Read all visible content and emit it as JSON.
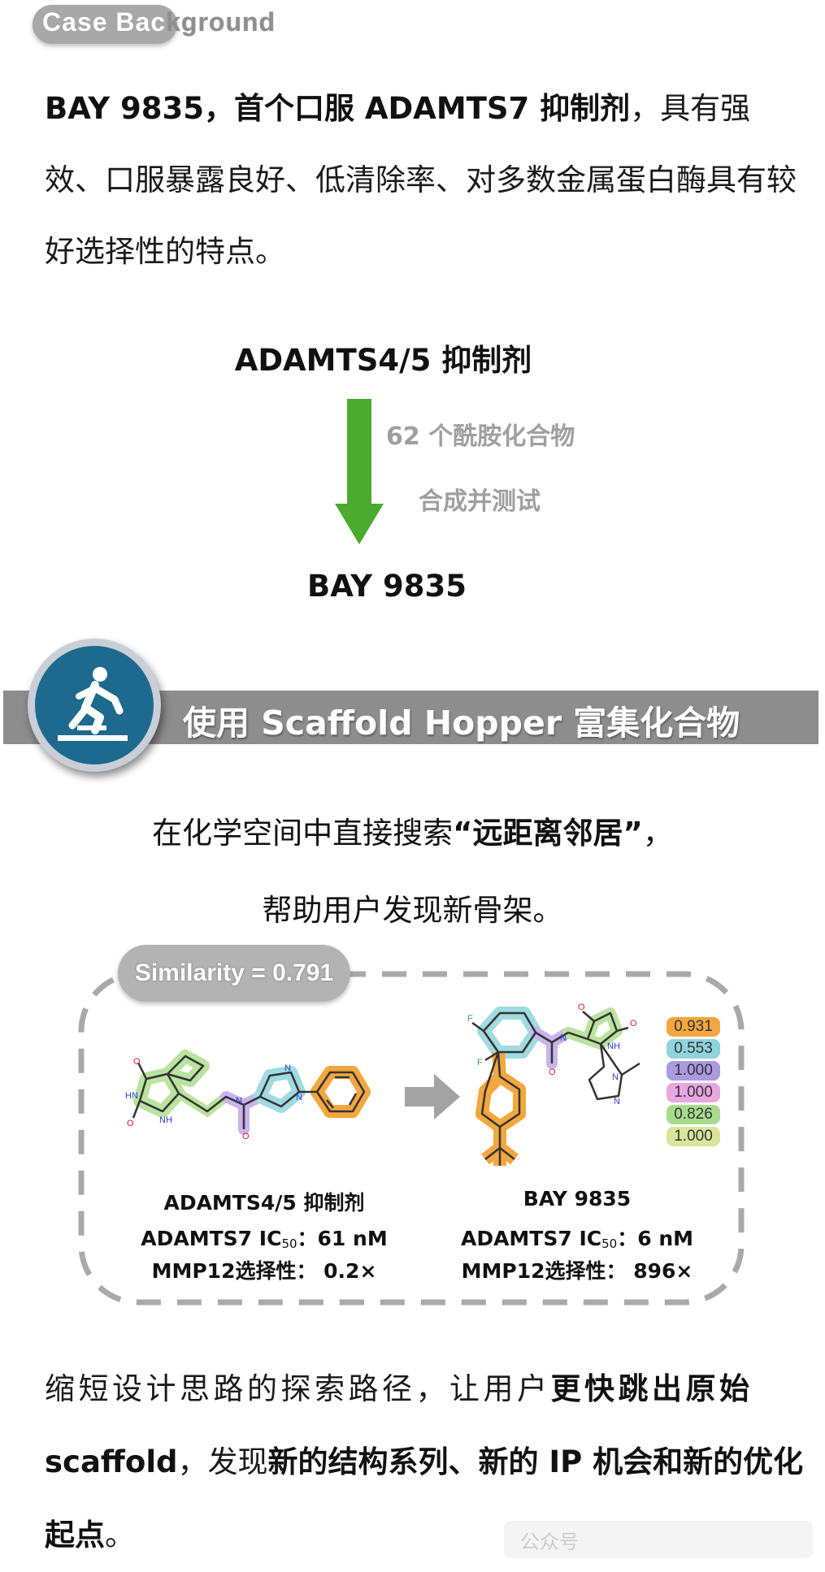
{
  "case_background": {
    "title_visible": "Case Bac",
    "title_tail": "kground"
  },
  "intro": {
    "bold": "BAY 9835，首个口服 ADAMTS7 抑制剂",
    "rest": "，具有强效、口服暴露良好、低清除率、对多数金属蛋白酶具有较好选择性的特点。"
  },
  "flow": {
    "source": "ADAMTS4/5 抑制剂",
    "note_line1": "62 个酰胺化合物",
    "note_line2": "合成并测试",
    "target": "BAY 9835",
    "arrow_color": "#4aab2e"
  },
  "section": {
    "title": "使用 Scaffold Hopper 富集化合物",
    "icon": "person-jumping-icon",
    "badge_color": "#1d6a8e"
  },
  "statement": {
    "line1_prefix": "在化学空间中直接搜索",
    "line1_bold": "“远距离邻居”",
    "line1_suffix": "，",
    "line2": "帮助用户发现新骨架。"
  },
  "comparison": {
    "similarity": "Similarity = 0.791",
    "left": {
      "name": "ADAMTS4/5 抑制剂",
      "ic50_prefix": "ADAMTS7 IC",
      "ic50_sub": "50",
      "ic50_value": "：61 nM",
      "selectivity": "MMP12选择性： 0.2×"
    },
    "right": {
      "name": "BAY 9835",
      "ic50_prefix": "ADAMTS7 IC",
      "ic50_sub": "50",
      "ic50_value": "：6 nM",
      "selectivity": "MMP12选择性： 896×"
    },
    "scores": [
      {
        "value": "0.931",
        "color": "#f4a73e"
      },
      {
        "value": "0.553",
        "color": "#8fd3dc"
      },
      {
        "value": "1.000",
        "color": "#a99be0"
      },
      {
        "value": "1.000",
        "color": "#eaa6e0"
      },
      {
        "value": "0.826",
        "color": "#a7dc8e"
      },
      {
        "value": "1.000",
        "color": "#d9e59b"
      }
    ]
  },
  "conclusion": {
    "p1": "缩短设计思路的探索路径，让用户",
    "b1": "更快跳出原始",
    "p2": "scaffold",
    "p3": "，发现",
    "b2": "新的结构系列、新的 IP 机会和新的优化起点",
    "p4": "。"
  },
  "watermark": "公众号"
}
